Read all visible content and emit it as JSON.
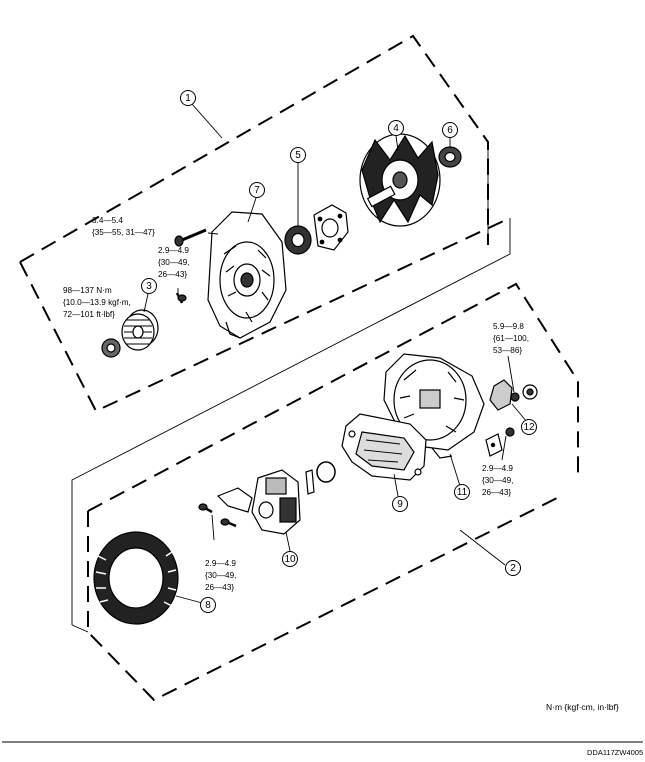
{
  "figure": {
    "units_note": "N·m {kgf·cm, in·lbf}",
    "figure_code": "DDA117ZW4005"
  },
  "callouts": [
    {
      "id": "c1",
      "label": "1"
    },
    {
      "id": "c2",
      "label": "2"
    },
    {
      "id": "c3",
      "label": "3"
    },
    {
      "id": "c4",
      "label": "4"
    },
    {
      "id": "c5",
      "label": "5"
    },
    {
      "id": "c6",
      "label": "6"
    },
    {
      "id": "c7",
      "label": "7"
    },
    {
      "id": "c8",
      "label": "8"
    },
    {
      "id": "c9",
      "label": "9"
    },
    {
      "id": "c10",
      "label": "10"
    },
    {
      "id": "c11",
      "label": "11"
    },
    {
      "id": "c12",
      "label": "12"
    }
  ],
  "torque_specs": [
    {
      "id": "t1",
      "lines": [
        "3.4—5.4",
        "{35—55, 31—47}"
      ]
    },
    {
      "id": "t2",
      "lines": [
        "2.9—4.9",
        "{30—49,",
        "26—43}"
      ]
    },
    {
      "id": "t3",
      "lines": [
        "98—137 N·m",
        "{10.0—13.9 kgf·m,",
        "72—101 ft·lbf}"
      ]
    },
    {
      "id": "t4",
      "lines": [
        "5.9—9.8",
        "{61—100,",
        "53—86}"
      ]
    },
    {
      "id": "t5",
      "lines": [
        "2.9—4.9",
        "{30—49,",
        "26—43}"
      ]
    },
    {
      "id": "t6",
      "lines": [
        "2.9—4.9",
        "{30—49,",
        "26—43}"
      ]
    }
  ]
}
